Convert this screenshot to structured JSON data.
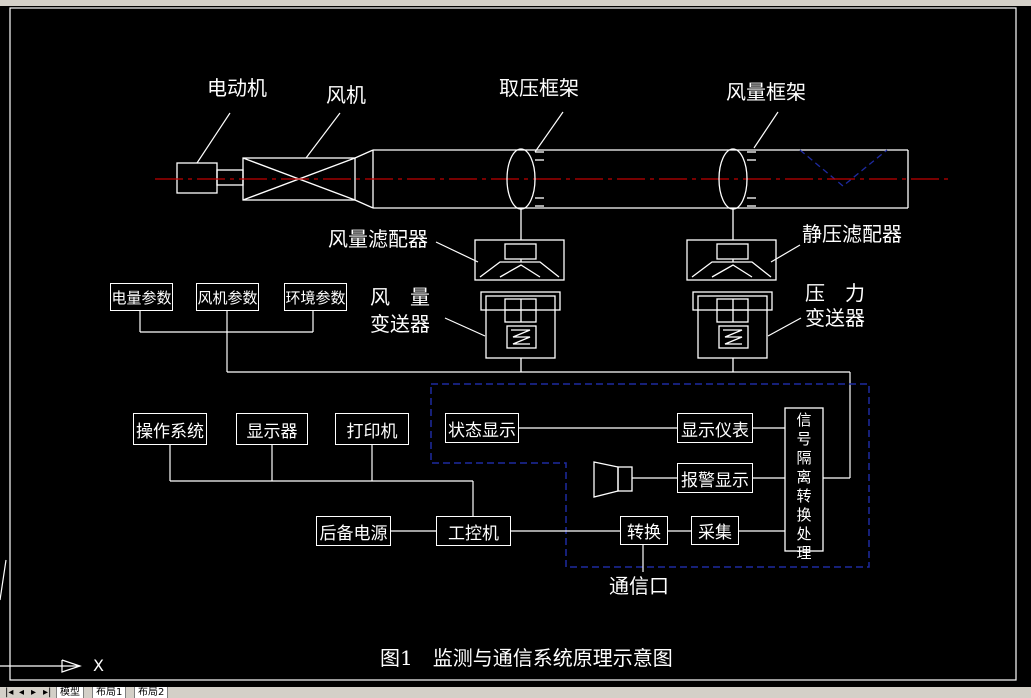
{
  "labels": {
    "motor": "电动机",
    "fan": "风机",
    "pressure_frame": "取压框架",
    "airflow_frame": "风量框架",
    "airflow_filter": "风量滤配器",
    "static_filter": "静压滤配器",
    "airflow_tx_line1": "风　量",
    "airflow_tx_line2": "变送器",
    "pressure_tx_line1": "压　力",
    "pressure_tx_line2": "变送器",
    "comm_port": "通信口"
  },
  "boxes": {
    "power_params": "电量参数",
    "fan_params": "风机参数",
    "env_params": "环境参数",
    "os": "操作系统",
    "display": "显示器",
    "printer": "打印机",
    "status_display": "状态显示",
    "instrument_display": "显示仪表",
    "alarm_display": "报警显示",
    "backup_power": "后备电源",
    "ipc": "工控机",
    "convert": "转换",
    "collect": "采集"
  },
  "signal_box_chars": [
    "信",
    "号",
    "隔",
    "离",
    "转",
    "换",
    "处",
    "理"
  ],
  "caption": "图1　监测与通信系统原理示意图",
  "cad": {
    "axis_label": "X",
    "tabs": [
      "模型",
      "布局1",
      "布局2"
    ]
  },
  "colors": {
    "background": "#000000",
    "lines": "#ffffff",
    "centerline": "#c00000",
    "dashed_frame": "#1e2aa0"
  }
}
